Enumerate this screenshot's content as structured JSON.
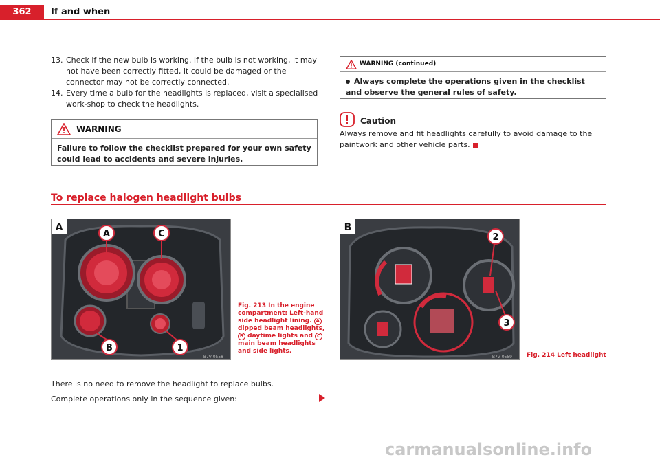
{
  "header": {
    "page_number": "362",
    "chapter_title": "If and when"
  },
  "steps": [
    {
      "num": "13.",
      "text": "Check if the new bulb is working. If the bulb is not working, it may not have been correctly fitted, it could be damaged or the connector may not be correctly connected."
    },
    {
      "num": "14.",
      "text": "Every time a bulb for the headlights is replaced, visit a specialised work-shop to check the headlights."
    }
  ],
  "warning": {
    "title": "WARNING",
    "text": "Failure to follow the checklist prepared for your own safety could lead to accidents and severe injuries."
  },
  "warning_continued": {
    "title": "WARNING (continued)",
    "text": "Always complete the operations given in the checklist and observe the general rules of safety."
  },
  "caution": {
    "title": "Caution",
    "text": "Always remove and fit headlights carefully to avoid damage to the paintwork and other vehicle parts."
  },
  "section": {
    "title": "To replace halogen headlight bulbs"
  },
  "figure_213": {
    "panel_letter": "A",
    "labels": [
      "A",
      "C",
      "B",
      "1"
    ],
    "code": "B7V-0558",
    "caption_line1": "Fig. 213   In the engine compartment: Left-hand side headlight lining.",
    "ref_a": "A",
    "caption_mid": "dipped beam headlights,",
    "ref_b": "B",
    "caption_mid2": "daytime lights and",
    "ref_c": "C",
    "caption_end": "main beam headlights and side lights."
  },
  "figure_214": {
    "panel_letter": "B",
    "labels": [
      "2",
      "3"
    ],
    "code": "B7V-0559",
    "caption": "Fig. 214   Left headlight"
  },
  "body": {
    "para1": "There is no need to remove the headlight to replace bulbs.",
    "para2": "Complete operations only in the sequence given:"
  },
  "footer": {
    "watermark": "carmanualsonline.info"
  },
  "colors": {
    "accent": "#d8202b"
  }
}
